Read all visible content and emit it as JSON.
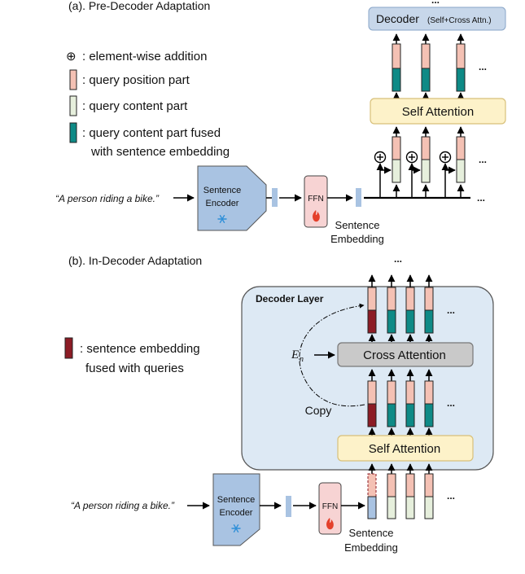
{
  "panel_a": {
    "title": "(a). Pre-Decoder Adaptation",
    "legend": {
      "addition_symbol": "⊕",
      "addition": ": element-wise addition",
      "position_part": ": query position part",
      "content_part": ": query content part",
      "fused_line1": ": query content part fused",
      "fused_line2": "with sentence embedding"
    },
    "decoder_label": "Decoder",
    "decoder_sublabel": "(Self+Cross Attn.)",
    "self_attention": "Self Attention",
    "input_text": "“A person riding a bike.”",
    "encoder_line1": "Sentence",
    "encoder_line2": "Encoder",
    "ffn": "FFN",
    "sentence_emb_line1": "Sentence",
    "sentence_emb_line2": "Embedding",
    "ellipsis": "..."
  },
  "panel_b": {
    "title": "(b). In-Decoder Adaptation",
    "legend": {
      "fused_line1": ": sentence embedding",
      "fused_line2": "fused with queries"
    },
    "decoder_layer": "Decoder Layer",
    "cross_attention": "Cross Attention",
    "self_attention": "Self Attention",
    "en_symbol": "E",
    "en_sub": "n",
    "copy": "Copy",
    "input_text": "“A person riding a bike.”",
    "encoder_line1": "Sentence",
    "encoder_line2": "Encoder",
    "ffn": "FFN",
    "sentence_emb_line1": "Sentence",
    "sentence_emb_line2": "Embedding",
    "ellipsis": "..."
  },
  "colors": {
    "position_part": "#f4c1b4",
    "content_part": "#e6efdc",
    "fused_content": "#0e8a86",
    "sentence_fused": "#8c1c25",
    "attention_box": "#fdf2c9",
    "attention_border": "#d8c07a",
    "decoder_box": "#c7d7ea",
    "decoder_layer_bg": "#dde9f4",
    "cross_attention_box": "#c9c9c9",
    "encoder_fill": "#a9c3e2",
    "ffn_fill": "#f7d3d3",
    "embedding_small": "#a9c3e2",
    "snowflake": "#2f8fd8",
    "flame": "#e4402b"
  },
  "icons": [
    "snowflake-icon",
    "flame-icon",
    "plus-circle-icon",
    "ellipsis-icon"
  ]
}
